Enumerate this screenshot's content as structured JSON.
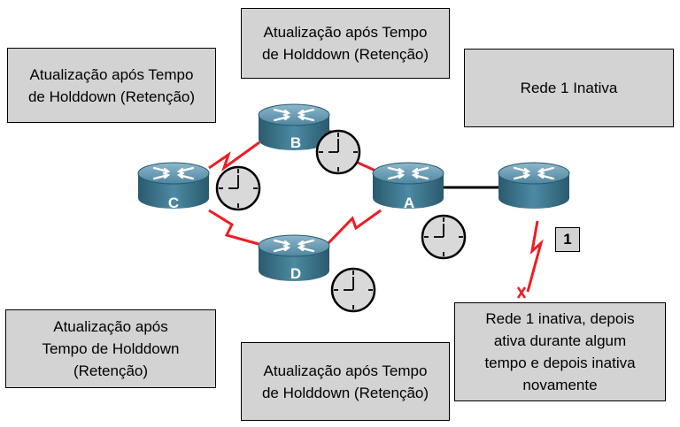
{
  "boxes": {
    "top_center": "Atualização após Tempo\nde Holddown (Retenção)",
    "top_left": "Atualização após Tempo\nde Holddown (Retenção)",
    "top_right": "Rede 1 Inativa",
    "bottom_left": "Atualização após\nTempo de Holddown\n(Retenção)",
    "bottom_center": "Atualização após Tempo\nde Holddown (Retenção)",
    "bottom_right": "Rede 1 inativa, depois\nativa durante algum\ntempo e depois inativa\nnovamente"
  },
  "routers": {
    "a": "A",
    "b": "B",
    "c": "C",
    "d": "D"
  },
  "badge": "1",
  "colors": {
    "serial_link": "#ee1c24",
    "ethernet_link": "#000000",
    "router_top": "#5b8fa6",
    "router_side": "#2f6479",
    "box_fill": "#d3d3d3"
  },
  "icons": [
    "router-icon",
    "clock-icon",
    "serial-link-icon",
    "link-down-icon"
  ]
}
